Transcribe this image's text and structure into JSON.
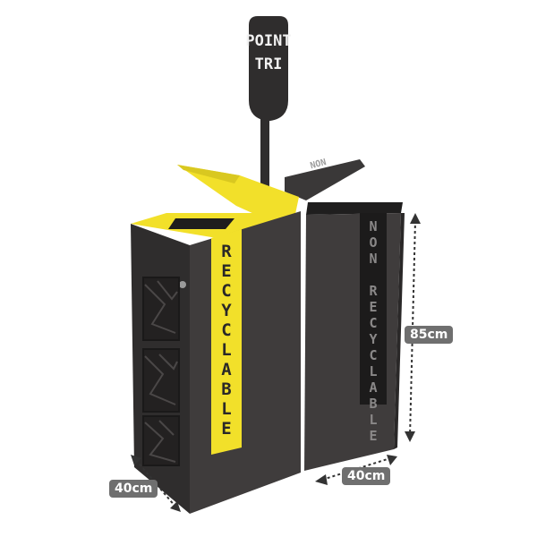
{
  "colors": {
    "bin_body": "#3d3a3a",
    "bin_shadow": "#2c2a2a",
    "accent_yellow": "#f2e02a",
    "sign_text": "#f2f2f2",
    "label_bg": "#6f6f6f"
  },
  "sign": {
    "line1": "POINT",
    "line2": "TRI"
  },
  "bins": {
    "recyclable": {
      "label": "RECYCLABLE"
    },
    "non_recyclable": {
      "label": "NON RECYCLABLE",
      "lid_text": "NON"
    }
  },
  "dimensions": {
    "height": "85cm",
    "width_front": "40cm",
    "depth_side": "40cm"
  }
}
